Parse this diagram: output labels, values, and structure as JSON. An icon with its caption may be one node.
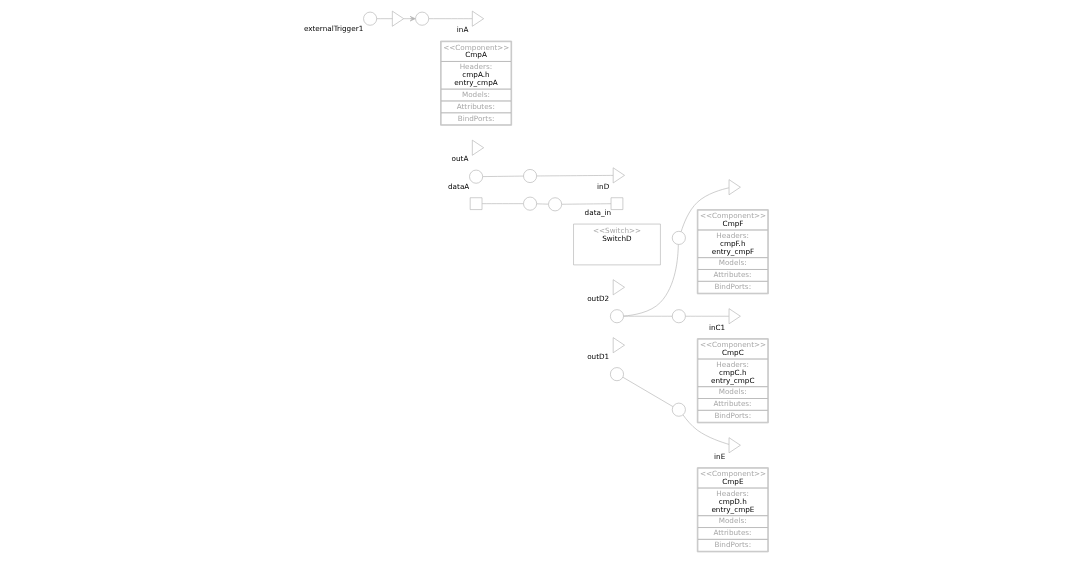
{
  "diagram": {
    "nodes": [
      {
        "text": [
          "<<Component>>",
          "CmpA",
          "Headers:",
          "cmpA.h",
          "entry_cmpA",
          "Models:",
          "Attributes:",
          "BindPorts:"
        ]
      },
      {
        "text": [
          "<<Switch>>",
          "SwitchD"
        ]
      },
      {
        "text": [
          "<<Component>>",
          "CmpE",
          "Headers:",
          "cmpD.h",
          "entry_cmpE",
          "Models:",
          "Attributes:",
          "BindPorts:"
        ]
      },
      {
        "text": [
          "<<Component>>",
          "CmpC",
          "Headers:",
          "cmpC.h",
          "entry_cmpC",
          "Models:",
          "Attributes:",
          "BindPorts:"
        ]
      },
      {
        "text": [
          "<<Component>>",
          "CmpF",
          "Headers:",
          "cmpF.h",
          "entry_cmpF",
          "Models:",
          "Attributes:",
          "BindPorts:"
        ]
      },
      {
        "text": [],
        "shape": "circle",
        "beside": [
          "externalTrigger1"
        ]
      },
      {
        "text": [],
        "shape": "triangle"
      },
      {
        "text": [],
        "shape": "circle"
      },
      {
        "text": [],
        "shape": "triangle",
        "beside": [
          "inA"
        ]
      },
      {
        "text": [],
        "shape": "box"
      },
      {
        "text": [],
        "shape": "circle"
      },
      {
        "text": [],
        "shape": "triangle",
        "beside": [
          "outA"
        ]
      },
      {
        "text": [],
        "shape": "circle",
        "beside": [
          "dataA"
        ]
      },
      {
        "text": [],
        "shape": "circle"
      },
      {
        "text": [],
        "shape": "triangle",
        "beside": [
          "inD"
        ]
      },
      {
        "text": [],
        "shape": "circle"
      },
      {
        "text": [],
        "shape": "box",
        "beside": [
          "data_in"
        ]
      },
      {
        "text": [],
        "shape": "triangle",
        "beside": [
          "outD1"
        ]
      },
      {
        "text": [],
        "shape": "circle"
      },
      {
        "text": [],
        "shape": "circle"
      },
      {
        "text": [],
        "shape": "triangle",
        "beside": [
          "inE"
        ]
      },
      {
        "text": [],
        "shape": "triangle",
        "beside": [
          "outD2"
        ]
      },
      {
        "text": [],
        "shape": "circle"
      },
      {
        "text": [],
        "shape": "circle"
      },
      {
        "text": [],
        "shape": "triangle",
        "beside": [
          "inC1"
        ]
      },
      {
        "text": [],
        "shape": "circle"
      },
      {
        "text": [],
        "shape": "triangle"
      }
    ],
    "edges": [
      {
        "from": 5,
        "to": 6,
        "arrow": "none"
      },
      {
        "from": 6,
        "to": 7,
        "arrow": "to"
      },
      {
        "from": 7,
        "to": 8,
        "arrow": "none"
      },
      {
        "from": 9,
        "to": 10,
        "arrow": "none"
      },
      {
        "from": 10,
        "to": 15,
        "arrow": "none"
      },
      {
        "from": 15,
        "to": 16,
        "arrow": "none"
      },
      {
        "from": 12,
        "to": 13,
        "arrow": "none"
      },
      {
        "from": 13,
        "to": 14,
        "arrow": "none"
      },
      {
        "from": 18,
        "to": 19,
        "arrow": "none"
      },
      {
        "from": 19,
        "to": 20,
        "arrow": "none"
      },
      {
        "from": 22,
        "to": 23,
        "arrow": "none"
      },
      {
        "from": 23,
        "to": 24,
        "arrow": "none"
      },
      {
        "from": 22,
        "to": 25,
        "arrow": "none"
      },
      {
        "from": 25,
        "to": 26,
        "arrow": "none"
      }
    ]
  }
}
